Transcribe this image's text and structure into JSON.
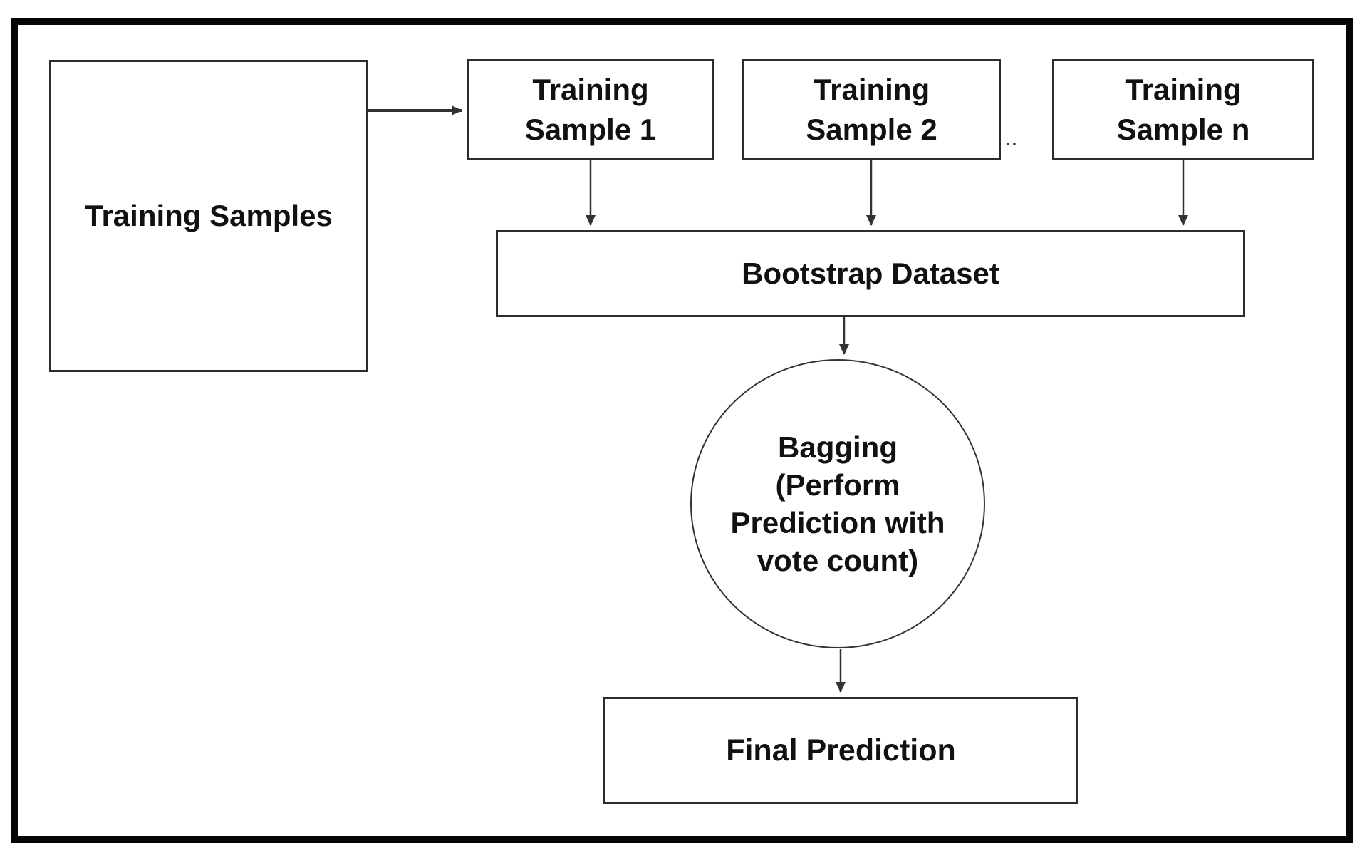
{
  "colors": {
    "frame": "#050505",
    "box_border": "#2d2d2d",
    "arrow": "#333333",
    "text": "#111111",
    "background": "#ffffff"
  },
  "nodes": {
    "training_samples": {
      "label": "Training Samples"
    },
    "training_sample_1": {
      "line1": "Training",
      "line2": "Sample 1"
    },
    "training_sample_2": {
      "line1": "Training",
      "line2": "Sample 2"
    },
    "training_sample_n": {
      "line1": "Training",
      "line2": "Sample n"
    },
    "ellipsis": "..",
    "bootstrap_dataset": {
      "label": "Bootstrap Dataset"
    },
    "bagging": {
      "line1": "Bagging",
      "line2": "(Perform",
      "line3": "Prediction with",
      "line4": "vote count)"
    },
    "final_prediction": {
      "label": "Final Prediction"
    }
  }
}
